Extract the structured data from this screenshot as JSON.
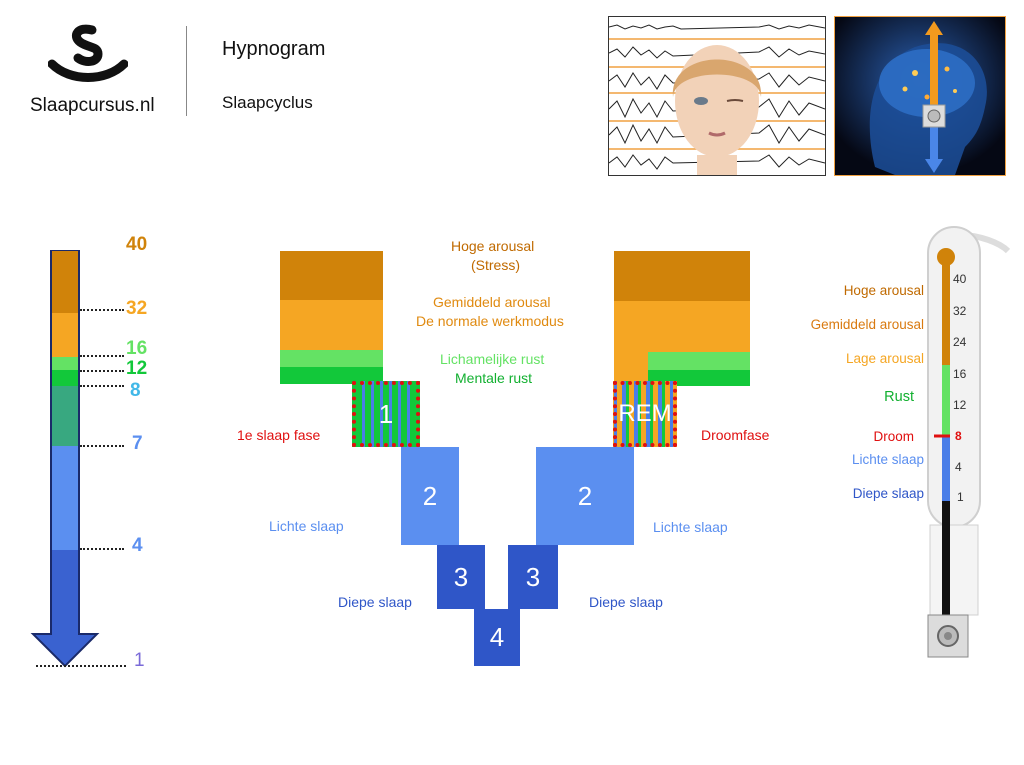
{
  "header": {
    "brand": "Slaapcursus.nl",
    "title": "Hypnogram",
    "subtitle": "Slaapcyclus"
  },
  "scale": {
    "ticks": [
      "40",
      "32",
      "16",
      "12",
      "8",
      "7",
      "4",
      "1"
    ]
  },
  "diagram": {
    "labels": {
      "high_arousal_1": "Hoge arousal",
      "high_arousal_2": "(Stress)",
      "medium_arousal_1": "Gemiddeld arousal",
      "medium_arousal_2": "De normale werkmodus",
      "physical_rest": "Lichamelijke rust",
      "mental_rest": "Mentale rust",
      "first_phase": "1e slaap fase",
      "dream_phase": "Droomfase",
      "light_sleep_left": "Lichte slaap",
      "light_sleep_right": "Lichte slaap",
      "deep_sleep_left": "Diepe slaap",
      "deep_sleep_right": "Diepe slaap"
    },
    "stages": {
      "s1": "1",
      "rem": "REM",
      "s2_left": "2",
      "s2_right": "2",
      "s3_left": "3",
      "s3_right": "3",
      "s4": "4"
    }
  },
  "thermometer": {
    "ticks": [
      "40",
      "32",
      "24",
      "16",
      "12",
      "8",
      "4",
      "1"
    ],
    "labels": {
      "high": "Hoge arousal",
      "medium": "Gemiddeld arousal",
      "low": "Lage arousal",
      "rest": "Rust",
      "dream": "Droom",
      "light": "Lichte slaap",
      "deep": "Diepe slaap"
    }
  },
  "colors": {
    "high": "#d0830a",
    "medium": "#f5a623",
    "light_green": "#64e264",
    "green": "#12c83a",
    "light_blue": "#5b8ff0",
    "mid_blue": "#4a7ee8",
    "deep_blue": "#2f56c8",
    "red": "#e01010"
  }
}
